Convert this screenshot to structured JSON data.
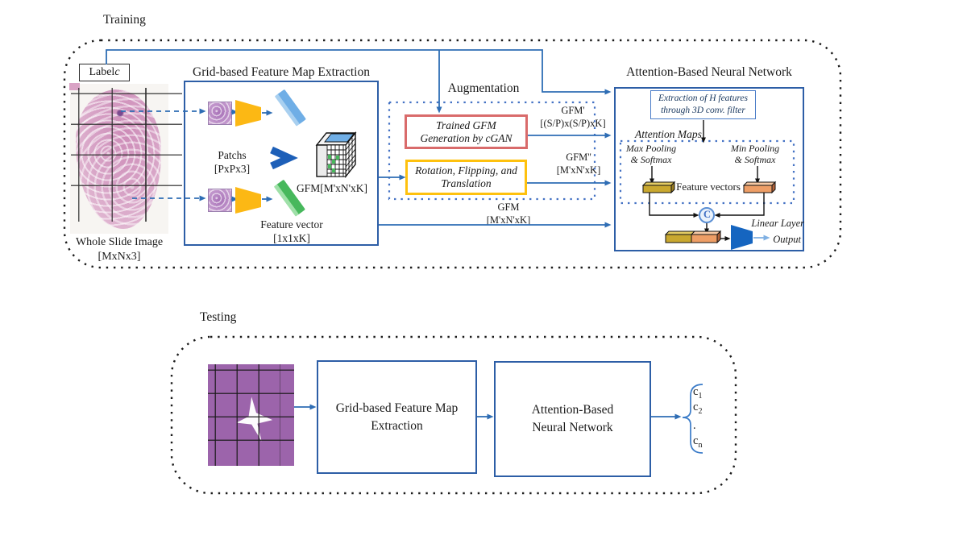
{
  "training": {
    "section_label": "Training",
    "wsi": {
      "label_text": "Label ",
      "label_var": "c",
      "caption_line1": "Whole Slide Image",
      "caption_line2": "[MxNx3]"
    },
    "gfm": {
      "title": "Grid-based Feature Map Extraction",
      "patches_line1": "Patchs",
      "patches_line2": "[PxPx3]",
      "cube_label": "GFM[M'xN'xK]",
      "fv_line1": "Feature vector",
      "fv_line2": "[1x1xK]"
    },
    "augmentation": {
      "title": "Augmentation",
      "cgan_line1": "Trained GFM",
      "cgan_line2": "Generation by cGAN",
      "rot_line1": "Rotation, Flipping, and",
      "rot_line2": "Translation",
      "gfm_prime": "GFM'",
      "gfm_prime_dims": "[(S/P)x(S/P)xK]",
      "gfm_dprime": "GFM''",
      "gfm_dprime_dims": "[M'xN'xK]",
      "gfm_out": "GFM",
      "gfm_out_dims": "[M'xN'xK]"
    },
    "abnn": {
      "title": "Attention-Based Neural Network",
      "extract_line1": "Extraction of H features",
      "extract_line2": "through 3D conv. filter",
      "attention_maps": "Attention Maps",
      "max_line1": "Max Pooling",
      "max_line2": "& Softmax",
      "min_line1": "Min Pooling",
      "min_line2": "& Softmax",
      "feature_vectors": "Feature vectors",
      "concat": "C",
      "linear_layer": "Linear Layer",
      "output": "Output"
    }
  },
  "testing": {
    "section_label": "Testing",
    "gfm_line1": "Grid-based Feature Map",
    "gfm_line2": "Extraction",
    "abnn_line1": "Attention-Based",
    "abnn_line2": "Neural Network",
    "classes": [
      {
        "base": "c",
        "sub": "1"
      },
      {
        "base": "c",
        "sub": "2"
      },
      {
        "base": ".",
        "sub": ""
      },
      {
        "base": "c",
        "sub": "n"
      }
    ]
  },
  "colors": {
    "flow_blue": "#2e6db4",
    "box_blue": "#2d5ea6",
    "dotted_blue": "#4472c4",
    "cgan_red": "#d96b6b",
    "transform_yellow": "#fec10e",
    "funnel_yellow": "#fcb814",
    "slab_blue": "#6faee6",
    "slab_green": "#47b85c",
    "bar_dark_yellow": "#c9a82f",
    "bar_orange": "#ee9e66",
    "linear_trapezoid_blue": "#1565c0",
    "container_dots_black": "#1a1a1a"
  }
}
